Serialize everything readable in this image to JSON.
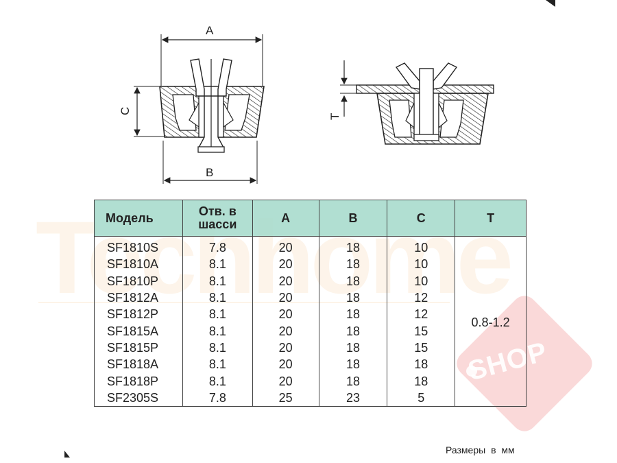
{
  "drawing": {
    "dim_a": "A",
    "dim_b": "B",
    "dim_c": "C",
    "dim_t": "T"
  },
  "table": {
    "headers": {
      "model": "Модель",
      "hole_line1": "Отв. в",
      "hole_line2": "шасси",
      "a": "A",
      "b": "B",
      "c": "C",
      "t": "T"
    },
    "rows": [
      {
        "model": "SF1810S",
        "hole": "7.8",
        "a": "20",
        "b": "18",
        "c": "10"
      },
      {
        "model": "SF1810A",
        "hole": "8.1",
        "a": "20",
        "b": "18",
        "c": "10"
      },
      {
        "model": "SF1810P",
        "hole": "8.1",
        "a": "20",
        "b": "18",
        "c": "10"
      },
      {
        "model": "SF1812A",
        "hole": "8.1",
        "a": "20",
        "b": "18",
        "c": "12"
      },
      {
        "model": "SF1812P",
        "hole": "8.1",
        "a": "20",
        "b": "18",
        "c": "12"
      },
      {
        "model": "SF1815A",
        "hole": "8.1",
        "a": "20",
        "b": "18",
        "c": "15"
      },
      {
        "model": "SF1815P",
        "hole": "8.1",
        "a": "20",
        "b": "18",
        "c": "15"
      },
      {
        "model": "SF1818A",
        "hole": "8.1",
        "a": "20",
        "b": "18",
        "c": "18"
      },
      {
        "model": "SF1818P",
        "hole": "8.1",
        "a": "20",
        "b": "18",
        "c": "18"
      },
      {
        "model": "SF2305S",
        "hole": "7.8",
        "a": "25",
        "b": "23",
        "c": "5"
      }
    ],
    "t_value": "0.8-1.2"
  },
  "unit_note": "Размеры в мм",
  "watermark": {
    "brand": "Techhome",
    "shop": "SHOP"
  },
  "colors": {
    "header_bg": "#a6dbcc",
    "line": "#444444",
    "watermark": "#f0aa5a",
    "tag": "#e65050"
  }
}
